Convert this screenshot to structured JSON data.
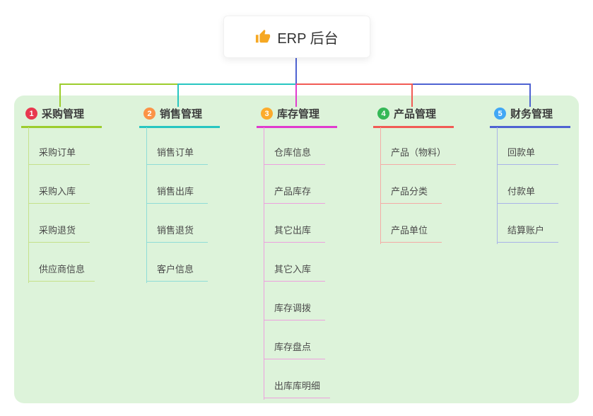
{
  "root": {
    "icon": "thumbs-up-icon",
    "label": "ERP 后台"
  },
  "theme": {
    "panel_background": "#ddf3da",
    "trunk_color": "#4f63d2",
    "root_icon_color": "#f6a823"
  },
  "branches": [
    {
      "badge": "1",
      "label": "采购管理",
      "color": "#9ccd2d",
      "light_color": "#c5e18a",
      "badge_color": "#e8384f",
      "children": [
        "采购订单",
        "采购入库",
        "采购退货",
        "供应商信息"
      ]
    },
    {
      "badge": "2",
      "label": "销售管理",
      "color": "#27c6c1",
      "light_color": "#8fdcd7",
      "badge_color": "#fb9347",
      "children": [
        "销售订单",
        "销售出库",
        "销售退货",
        "客户信息"
      ]
    },
    {
      "badge": "3",
      "label": "库存管理",
      "color": "#e03bce",
      "light_color": "#eda0de",
      "badge_color": "#fcab2c",
      "children": [
        "仓库信息",
        "产品库存",
        "其它出库",
        "其它入库",
        "库存调拨",
        "库存盘点",
        "出库库明细"
      ]
    },
    {
      "badge": "4",
      "label": "产品管理",
      "color": "#f15b55",
      "light_color": "#f4aba6",
      "badge_color": "#35b857",
      "children": [
        "产品（物料）",
        "产品分类",
        "产品单位"
      ]
    },
    {
      "badge": "5",
      "label": "财务管理",
      "color": "#4f63d2",
      "light_color": "#a9b3e8",
      "badge_color": "#41a7f5",
      "children": [
        "回款单",
        "付款单",
        "结算账户"
      ]
    }
  ]
}
